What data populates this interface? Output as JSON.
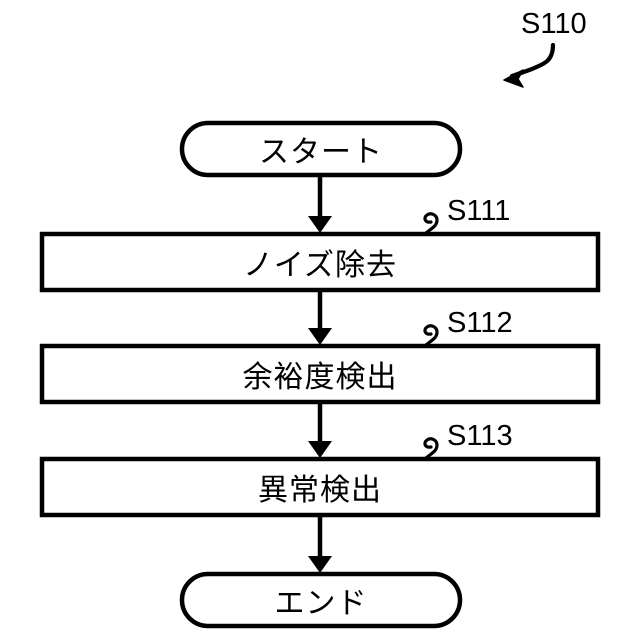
{
  "diagram": {
    "type": "flowchart",
    "language": "ja",
    "main_reference": "S110",
    "background_color": "#ffffff",
    "stroke_color": "#000000",
    "fill_color": "#ffffff"
  },
  "nodes": [
    {
      "id": "start",
      "shape": "rounded-terminal",
      "label": "スタート",
      "reference": ""
    },
    {
      "id": "noise-removal",
      "shape": "rectangle",
      "label": "ノイズ除去",
      "reference": "S111"
    },
    {
      "id": "margin-detection",
      "shape": "rectangle",
      "label": "余裕度検出",
      "reference": "S112"
    },
    {
      "id": "anomaly-detection",
      "shape": "rectangle",
      "label": "異常検出",
      "reference": "S113"
    },
    {
      "id": "end",
      "shape": "rounded-terminal",
      "label": "エンド",
      "reference": ""
    }
  ],
  "connectors": [
    {
      "from": "start",
      "to": "noise-removal",
      "style": "arrow-down"
    },
    {
      "from": "noise-removal",
      "to": "margin-detection",
      "style": "arrow-down"
    },
    {
      "from": "margin-detection",
      "to": "anomaly-detection",
      "style": "arrow-down"
    },
    {
      "from": "anomaly-detection",
      "to": "end",
      "style": "arrow-down"
    }
  ]
}
